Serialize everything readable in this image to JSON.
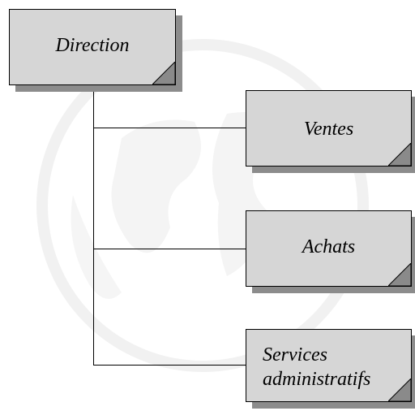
{
  "colors": {
    "box_fill": "#d6d6d6",
    "box_shadow": "#8c8c8c",
    "fold_fill": "#8a8a8a",
    "line": "#000000",
    "watermark": "#f3f3f3"
  },
  "diagram": {
    "root": {
      "label": "Direction"
    },
    "children": [
      {
        "label": "Ventes"
      },
      {
        "label": "Achats"
      },
      {
        "label_lines": [
          "Services",
          "administratifs"
        ]
      }
    ]
  }
}
